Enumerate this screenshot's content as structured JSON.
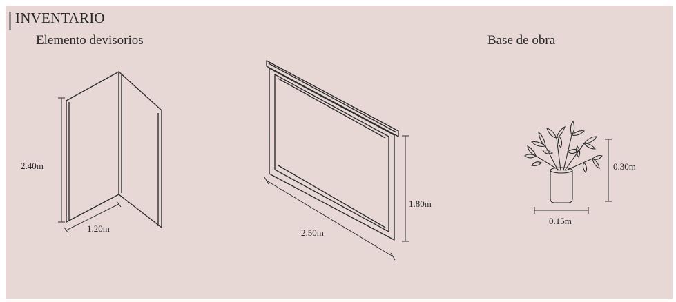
{
  "header": {
    "title": "INVENTARIO"
  },
  "sections": {
    "dividers_label": "Elemento devisorios",
    "base_label": "Base de obra"
  },
  "dimensions": {
    "divider_height": "2.40m",
    "divider_width": "1.20m",
    "frame_height": "1.80m",
    "frame_width": "2.50m",
    "vase_height": "0.30m",
    "vase_width": "0.15m"
  },
  "colors": {
    "panel_background": "#e7d8d6",
    "line": "#2f2f2f",
    "accent": "#8f8f8f"
  }
}
